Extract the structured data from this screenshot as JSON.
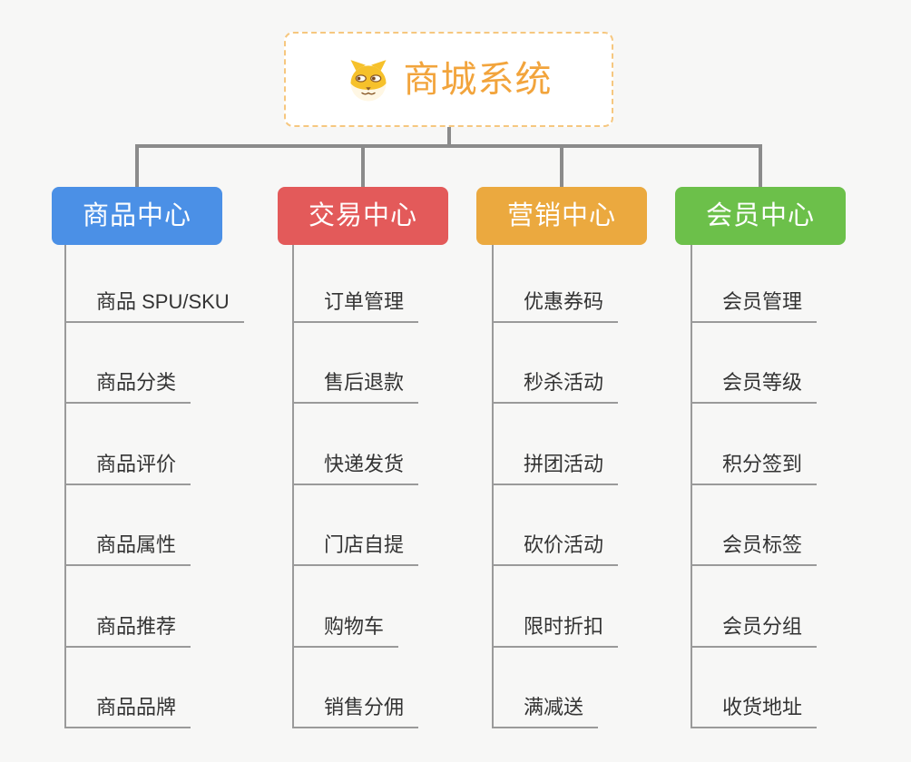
{
  "root": {
    "title": "商城系统",
    "icon": "shiba-dog-icon"
  },
  "branches": [
    {
      "label": "商品中心",
      "color": "#4B90E6",
      "children": [
        "商品 SPU/SKU",
        "商品分类",
        "商品评价",
        "商品属性",
        "商品推荐",
        "商品品牌"
      ]
    },
    {
      "label": "交易中心",
      "color": "#E35A5A",
      "children": [
        "订单管理",
        "售后退款",
        "快递发货",
        "门店自提",
        "购物车",
        "销售分佣"
      ]
    },
    {
      "label": "营销中心",
      "color": "#EBA93F",
      "children": [
        "优惠券码",
        "秒杀活动",
        "拼团活动",
        "砍价活动",
        "限时折扣",
        "满减送"
      ]
    },
    {
      "label": "会员中心",
      "color": "#6CC04A",
      "children": [
        "会员管理",
        "会员等级",
        "积分签到",
        "会员标签",
        "会员分组",
        "收货地址"
      ]
    }
  ],
  "colors": {
    "background": "#F7F7F6",
    "connector": "#8B8B8B",
    "leaf_line": "#9A9A9A",
    "leaf_text": "#333333",
    "root_accent": "#F2A43C",
    "root_border": "#F6C77F"
  }
}
